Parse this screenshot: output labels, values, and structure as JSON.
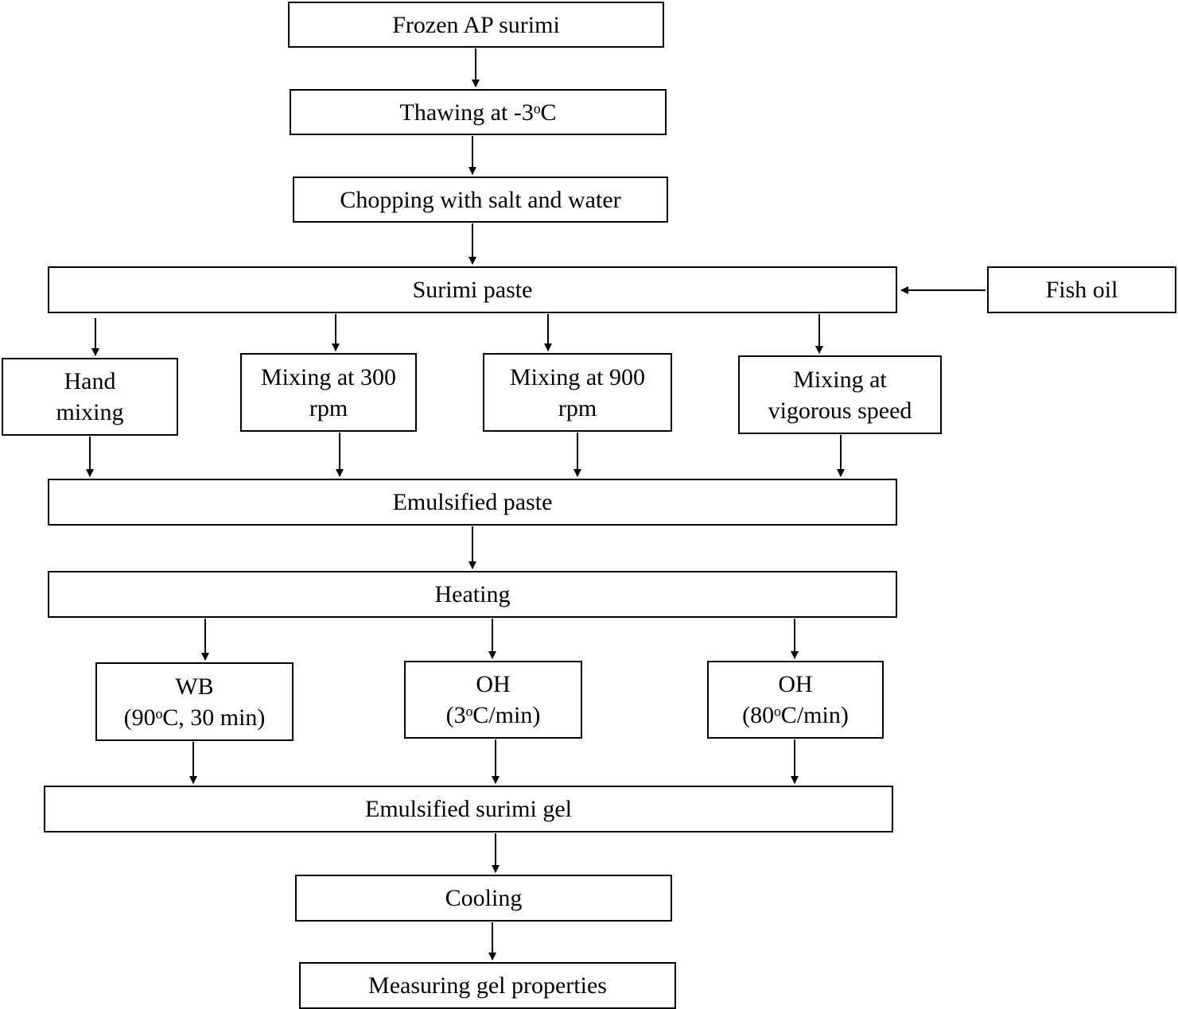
{
  "nodes": {
    "frozen_surimi": "Frozen AP surimi",
    "thawing": "Thawing at -3ᵒC",
    "chopping": "Chopping with salt and water",
    "surimi_paste": "Surimi paste",
    "fish_oil": "Fish oil",
    "hand_mixing": [
      "Hand",
      "mixing"
    ],
    "mixing_300": [
      "Mixing at 300",
      "rpm"
    ],
    "mixing_900": [
      "Mixing at 900",
      "rpm"
    ],
    "mixing_vigorous": [
      "Mixing at",
      "vigorous speed"
    ],
    "emulsified_paste": "Emulsified paste",
    "heating": "Heating",
    "wb": [
      "WB",
      "(90ᵒC, 30 min)"
    ],
    "oh_3": [
      "OH",
      "(3ᵒC/min)"
    ],
    "oh_80": [
      "OH",
      "(80ᵒC/min)"
    ],
    "emulsified_gel": "Emulsified surimi gel",
    "cooling": "Cooling",
    "measuring": "Measuring gel properties"
  }
}
